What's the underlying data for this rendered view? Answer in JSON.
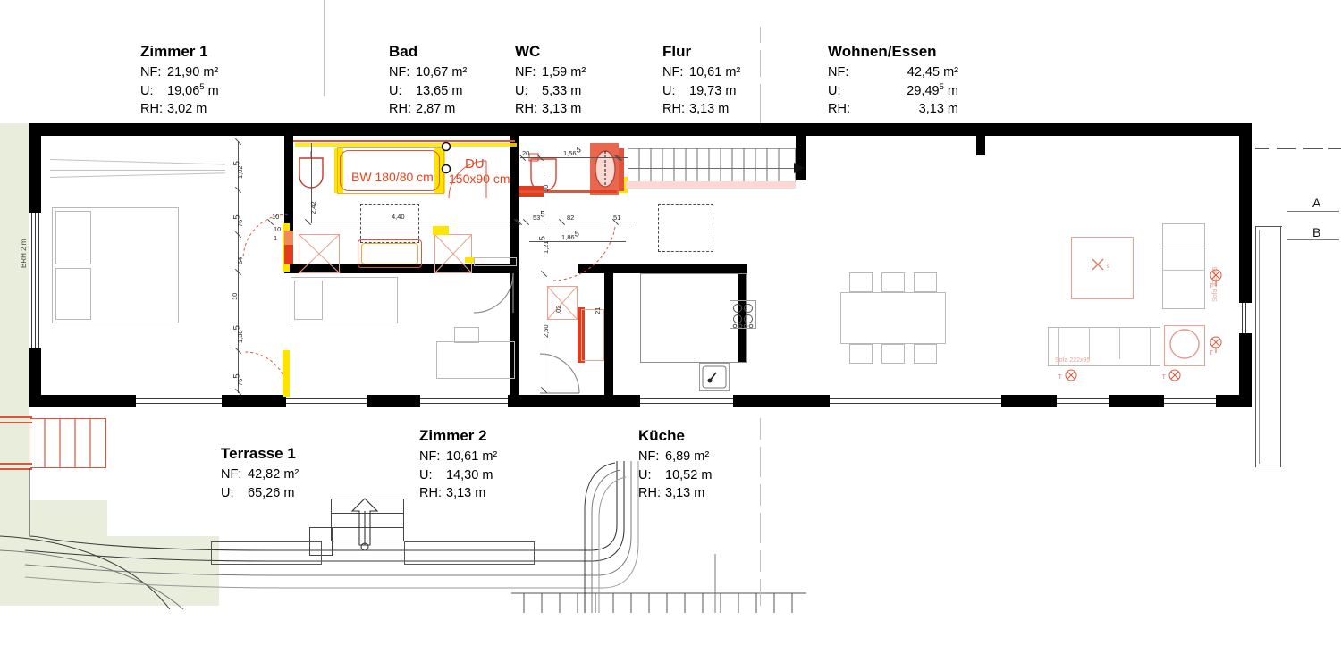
{
  "drawing": {
    "type": "architectural-floor-plan",
    "section_markers": [
      "A",
      "B"
    ],
    "window_note": "BRH 2 m"
  },
  "rooms_top": [
    {
      "name": "Zimmer 1",
      "nf_key": "NF:",
      "nf_val": "21,90 m²",
      "u_key": "U:",
      "u_val": "19,06",
      "u_sup": "5",
      "u_unit": " m",
      "rh_key": "RH:",
      "rh_val": "3,02 m"
    },
    {
      "name": "Bad",
      "nf_key": "NF:",
      "nf_val": "10,67 m²",
      "u_key": "U:",
      "u_val": "13,65",
      "u_sup": "",
      "u_unit": " m",
      "rh_key": "RH:",
      "rh_val": "2,87 m"
    },
    {
      "name": "WC",
      "nf_key": "NF:",
      "nf_val": "1,59 m²",
      "u_key": "U:",
      "u_val": "5,33",
      "u_sup": "",
      "u_unit": " m",
      "rh_key": "RH:",
      "rh_val": "3,13 m"
    },
    {
      "name": "Flur",
      "nf_key": "NF:",
      "nf_val": "10,61 m²",
      "u_key": "U:",
      "u_val": "19,73",
      "u_sup": "",
      "u_unit": " m",
      "rh_key": "RH:",
      "rh_val": "3,13 m"
    },
    {
      "name": "Wohnen/Essen",
      "nf_key": "NF:",
      "nf_val": "42,45 m²",
      "u_key": "U:",
      "u_val": "29,49",
      "u_sup": "5",
      "u_unit": " m",
      "rh_key": "RH:",
      "rh_val": "3,13 m"
    }
  ],
  "rooms_bottom": [
    {
      "name": "Terrasse 1",
      "nf_key": "NF:",
      "nf_val": "42,82 m²",
      "u_key": "U:",
      "u_val": "65,26",
      "u_sup": "",
      "u_unit": " m",
      "rh_key": "",
      "rh_val": ""
    },
    {
      "name": "Zimmer 2",
      "nf_key": "NF:",
      "nf_val": "10,61 m²",
      "u_key": "U:",
      "u_val": "14,30",
      "u_sup": "",
      "u_unit": " m",
      "rh_key": "RH:",
      "rh_val": "3,13 m"
    },
    {
      "name": "Küche",
      "nf_key": "NF:",
      "nf_val": "6,89 m²",
      "u_key": "U:",
      "u_val": "10,52",
      "u_sup": "",
      "u_unit": " m",
      "rh_key": "RH:",
      "rh_val": "3,13 m"
    }
  ],
  "annotations": {
    "bathtub": "BW 180/80 cm",
    "shower_name": "DU",
    "shower_size": "150x90 cm"
  },
  "furniture_labels": {
    "sofa_large": "Sofa 222x95",
    "sofa_small": "Sofa 202x95"
  },
  "dimensions": {
    "h_bath": [
      "10",
      "4,40",
      "2,42"
    ],
    "h_wc_top": [
      "20",
      "1,56"
    ],
    "h_wc_bottom": [
      "53",
      "82",
      "51",
      "1,86"
    ],
    "h_small": [
      "10",
      "1,21",
      "21",
      "1"
    ],
    "v_left": [
      "1,02",
      "76",
      "64",
      "10",
      "1,38",
      "76"
    ],
    "v_mid": [
      "2,50",
      ",02"
    ]
  },
  "colors": {
    "wall": "#000000",
    "accent_red": "#e0543a",
    "accent_yellow": "#ffe400",
    "accent_orange": "#f08a5d",
    "grass": "#e8eedb",
    "furniture": "#b9b9b9"
  }
}
